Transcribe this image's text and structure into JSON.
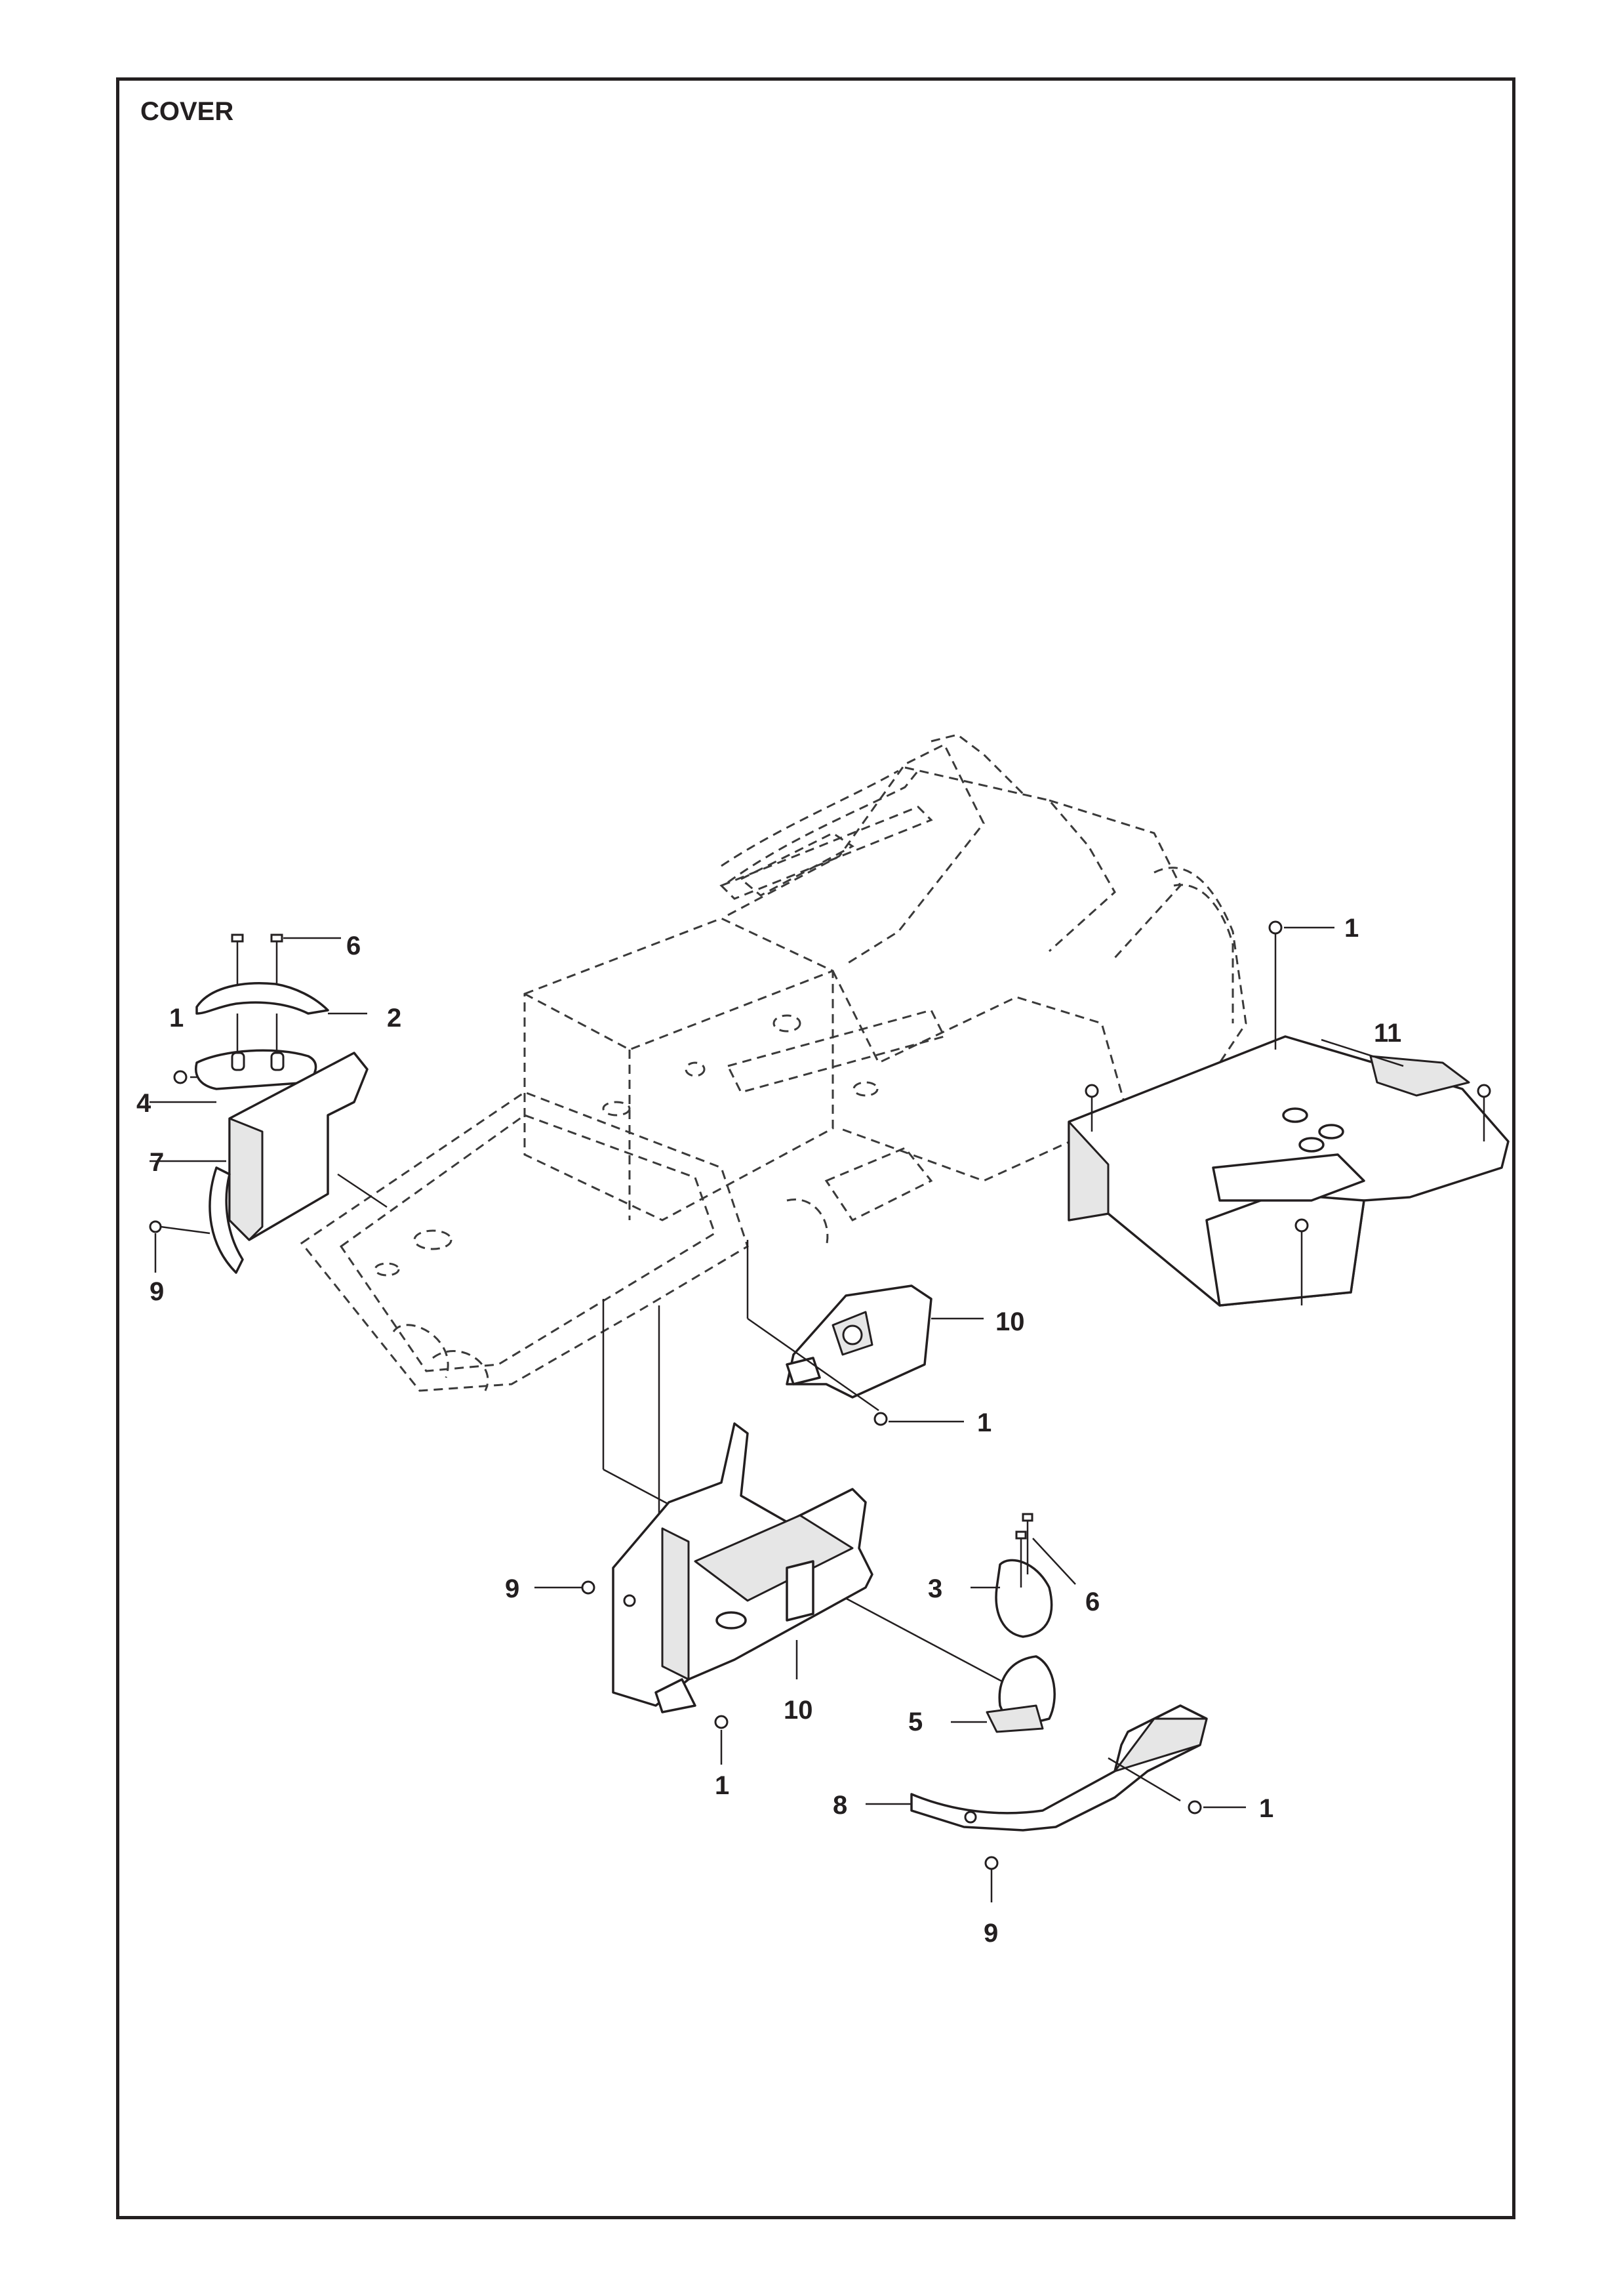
{
  "title": "COVER",
  "callouts": {
    "c1a": "1",
    "c1b": "1",
    "c1c": "1",
    "c1d": "1",
    "c1e": "1",
    "c2": "2",
    "c3": "3",
    "c4": "4",
    "c5": "5",
    "c6a": "6",
    "c6b": "6",
    "c7": "7",
    "c8": "8",
    "c9a": "9",
    "c9b": "9",
    "c9c": "9",
    "c10a": "10",
    "c10b": "10",
    "c11": "11"
  }
}
